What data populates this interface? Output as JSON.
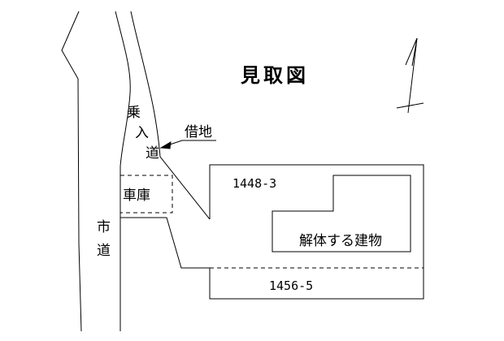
{
  "title": "見取図",
  "labels": {
    "city_road": "市道",
    "driveway_chars": [
      "乗",
      "入",
      "道"
    ],
    "leased_land": "借地",
    "garage": "車庫",
    "parcel_upper": "1448-3",
    "building": "解体する建物",
    "parcel_lower": "1456-5"
  },
  "icons": {
    "north_arrow": "north-arrow-icon"
  },
  "colors": {
    "line": "#000000",
    "background": "#ffffff",
    "text": "#000000"
  }
}
